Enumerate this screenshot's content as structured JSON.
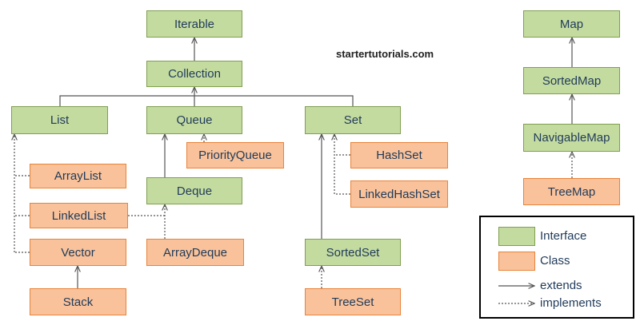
{
  "watermark": "startertutorials.com",
  "colors": {
    "interface_fill": "#c4dba0",
    "interface_border": "#7f9f4f",
    "class_fill": "#f9c29a",
    "class_border": "#e8833a",
    "line": "#555555"
  },
  "nodes": [
    {
      "id": "iterable",
      "label": "Iterable",
      "kind": "interface"
    },
    {
      "id": "collection",
      "label": "Collection",
      "kind": "interface"
    },
    {
      "id": "list",
      "label": "List",
      "kind": "interface"
    },
    {
      "id": "queue",
      "label": "Queue",
      "kind": "interface"
    },
    {
      "id": "set",
      "label": "Set",
      "kind": "interface"
    },
    {
      "id": "deque",
      "label": "Deque",
      "kind": "interface"
    },
    {
      "id": "sortedset",
      "label": "SortedSet",
      "kind": "interface"
    },
    {
      "id": "map",
      "label": "Map",
      "kind": "interface"
    },
    {
      "id": "sortedmap",
      "label": "SortedMap",
      "kind": "interface"
    },
    {
      "id": "navigablemap",
      "label": "NavigableMap",
      "kind": "interface"
    },
    {
      "id": "arraylist",
      "label": "ArrayList",
      "kind": "class"
    },
    {
      "id": "linkedlist",
      "label": "LinkedList",
      "kind": "class"
    },
    {
      "id": "vector",
      "label": "Vector",
      "kind": "class"
    },
    {
      "id": "stack",
      "label": "Stack",
      "kind": "class"
    },
    {
      "id": "priorityqueue",
      "label": "PriorityQueue",
      "kind": "class"
    },
    {
      "id": "arraydeque",
      "label": "ArrayDeque",
      "kind": "class"
    },
    {
      "id": "hashset",
      "label": "HashSet",
      "kind": "class"
    },
    {
      "id": "linkedhashset",
      "label": "LinkedHashSet",
      "kind": "class"
    },
    {
      "id": "treeset",
      "label": "TreeSet",
      "kind": "class"
    },
    {
      "id": "treemap",
      "label": "TreeMap",
      "kind": "class"
    }
  ],
  "edges": [
    {
      "from": "collection",
      "to": "iterable",
      "type": "extends"
    },
    {
      "from": "list",
      "to": "collection",
      "type": "extends"
    },
    {
      "from": "queue",
      "to": "collection",
      "type": "extends"
    },
    {
      "from": "set",
      "to": "collection",
      "type": "extends"
    },
    {
      "from": "deque",
      "to": "queue",
      "type": "extends"
    },
    {
      "from": "sortedset",
      "to": "set",
      "type": "extends"
    },
    {
      "from": "stack",
      "to": "vector",
      "type": "extends"
    },
    {
      "from": "sortedmap",
      "to": "map",
      "type": "extends"
    },
    {
      "from": "navigablemap",
      "to": "sortedmap",
      "type": "extends"
    },
    {
      "from": "arraylist",
      "to": "list",
      "type": "implements"
    },
    {
      "from": "linkedlist",
      "to": "list",
      "type": "implements"
    },
    {
      "from": "vector",
      "to": "list",
      "type": "implements"
    },
    {
      "from": "linkedlist",
      "to": "deque",
      "type": "implements"
    },
    {
      "from": "arraydeque",
      "to": "deque",
      "type": "implements"
    },
    {
      "from": "priorityqueue",
      "to": "queue",
      "type": "implements"
    },
    {
      "from": "hashset",
      "to": "set",
      "type": "implements"
    },
    {
      "from": "linkedhashset",
      "to": "set",
      "type": "implements"
    },
    {
      "from": "treeset",
      "to": "sortedset",
      "type": "implements"
    },
    {
      "from": "treemap",
      "to": "navigablemap",
      "type": "implements"
    }
  ],
  "legend": {
    "interface": "Interface",
    "class": "Class",
    "extends": "extends",
    "implements": "implements"
  }
}
